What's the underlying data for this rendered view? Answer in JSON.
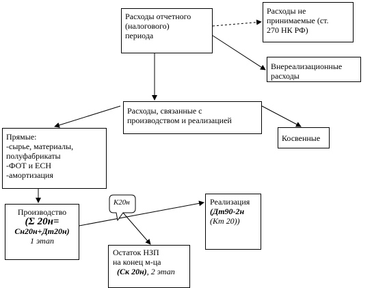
{
  "boxes": {
    "period": "Расходы отчетного\n(налогового)\nпериода",
    "non_deductible": "Расходы не\nпринимаемые (ст.\n270 НК РФ)",
    "non_operating": "Внереализационные\nрасходы",
    "production_and_sales": "Расходы, связанные с\nпроизводством и реализацией",
    "indirect": "Косвенные",
    "direct": "Прямые:\n-сырье, материалы,\n   полуфабрикаты\n-ФОТ и ЕСН\n-амортизация",
    "production": {
      "title": "Производство",
      "sigma": "(Σ 20н=",
      "formula": "Сн20н+Дт20н)",
      "stage": "1 этап"
    },
    "sales": {
      "title": "Реализация",
      "debit": "(Дт90-2н",
      "credit": "(Кт 20))"
    },
    "wip": {
      "line1": "Остаток НЗП",
      "line2": "на конец м-ца",
      "account": "(Ск 20н)",
      "stage": ", 2 этап"
    }
  },
  "callout": {
    "label": "К20н"
  }
}
